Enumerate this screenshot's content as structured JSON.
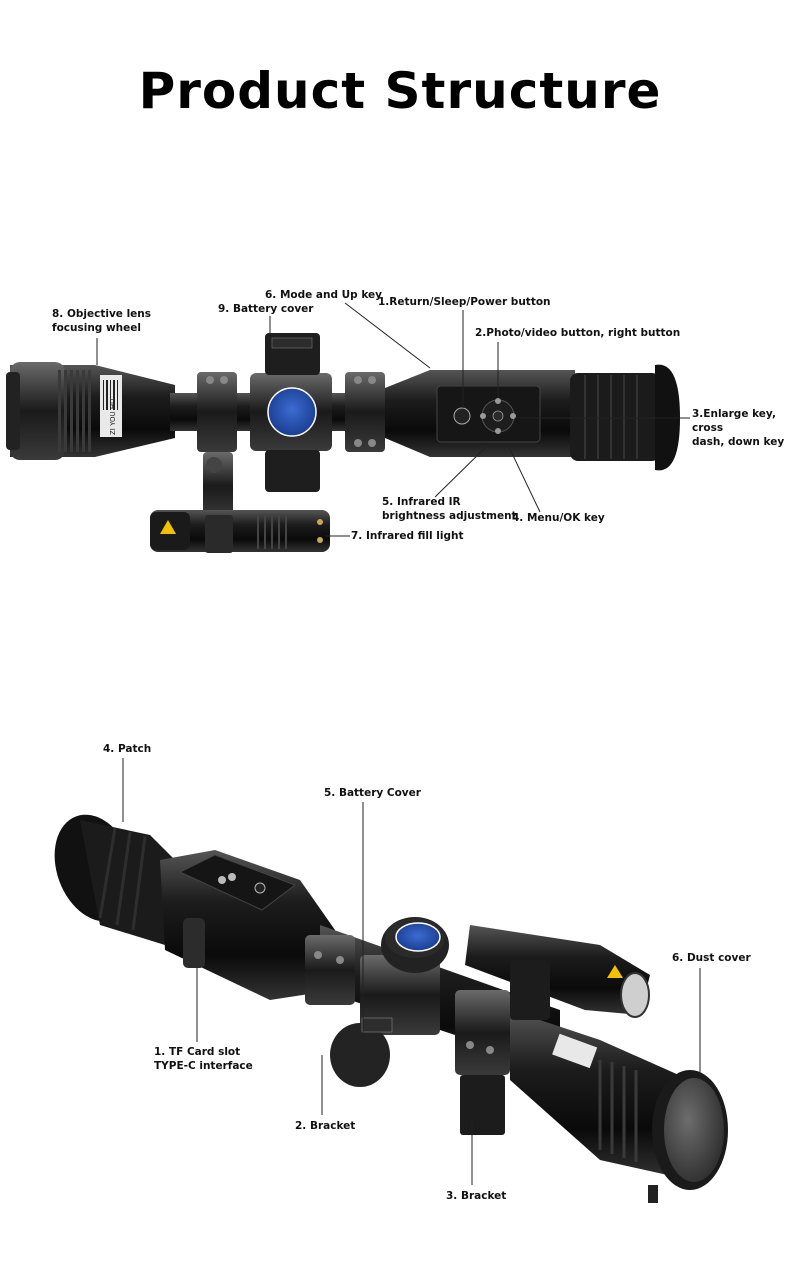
{
  "title": "Product Structure",
  "top_view": {
    "labels": {
      "objective_lens": "8. Objective lens\nfocusing wheel",
      "battery_cover": "9. Battery cover",
      "mode_up": "6. Mode and Up key",
      "power": "1.Return/Sleep/Power button",
      "photo_video": "2.Photo/video button, right button",
      "enlarge": "3.Enlarge key, cross\ndash, down key",
      "infrared_ir": "5. Infrared IR\nbrightness adjustment",
      "menu_ok": "4. Menu/OK key",
      "fill_light": "7. Infrared fill light"
    },
    "barrel_text": "ZI YOU HU"
  },
  "angle_view": {
    "labels": {
      "patch": "4. Patch",
      "battery_cover": "5. Battery Cover",
      "dust_cover": "6. Dust cover",
      "tf_card": "1. TF Card slot\nTYPE-C interface",
      "bracket_2": "2. Bracket",
      "bracket_3": "3. Bracket"
    }
  }
}
